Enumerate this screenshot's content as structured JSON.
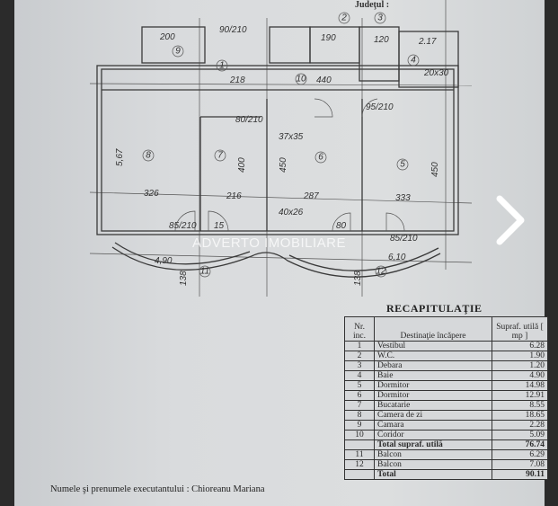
{
  "gallery": {
    "next_icon": "chevron-right-icon",
    "watermark": "ADVERTO IMOBILIARE"
  },
  "floor_plan": {
    "header_text": "Judeţul :",
    "rooms": [
      "1",
      "2",
      "3",
      "4",
      "5",
      "6",
      "7",
      "8",
      "9",
      "10",
      "11",
      "12"
    ],
    "dimensions": [
      "326",
      "216",
      "287",
      "333",
      "5,67",
      "400",
      "450",
      "450",
      "218",
      "440",
      "200",
      "190",
      "120",
      "2.17",
      "37x35",
      "40x26",
      "4,90",
      "6,10",
      "20x30",
      "90/210",
      "80/210",
      "95/210",
      "85/210",
      "15",
      "80",
      "85/210",
      "138",
      "138"
    ]
  },
  "recap": {
    "title": "RECAPITULAŢIE",
    "headers": {
      "nr": "Nr. inc.",
      "destination": "Destinaţie încăpere",
      "area": "Supraf. utilă [ mp ]"
    },
    "rows": [
      {
        "nr": "1",
        "name": "Vestibul",
        "area": "6.28"
      },
      {
        "nr": "2",
        "name": "W.C.",
        "area": "1.90"
      },
      {
        "nr": "3",
        "name": "Debara",
        "area": "1.20"
      },
      {
        "nr": "4",
        "name": "Baie",
        "area": "4.90"
      },
      {
        "nr": "5",
        "name": "Dormitor",
        "area": "14.98"
      },
      {
        "nr": "6",
        "name": "Dormitor",
        "area": "12.91"
      },
      {
        "nr": "7",
        "name": "Bucatarie",
        "area": "8.55"
      },
      {
        "nr": "8",
        "name": "Camera de zi",
        "area": "18.65"
      },
      {
        "nr": "9",
        "name": "Camara",
        "area": "2.28"
      },
      {
        "nr": "10",
        "name": "Coridor",
        "area": "5.09"
      }
    ],
    "subtotal": {
      "name": "Total supraf. utilă",
      "area": "76.74"
    },
    "balconies": [
      {
        "nr": "11",
        "name": "Balcon",
        "area": "6.29"
      },
      {
        "nr": "12",
        "name": "Balcon",
        "area": "7.08"
      }
    ],
    "total": {
      "name": "Total",
      "area": "90.11"
    }
  },
  "signature": "Numele şi prenumele executantului : Chioreanu Mariana"
}
